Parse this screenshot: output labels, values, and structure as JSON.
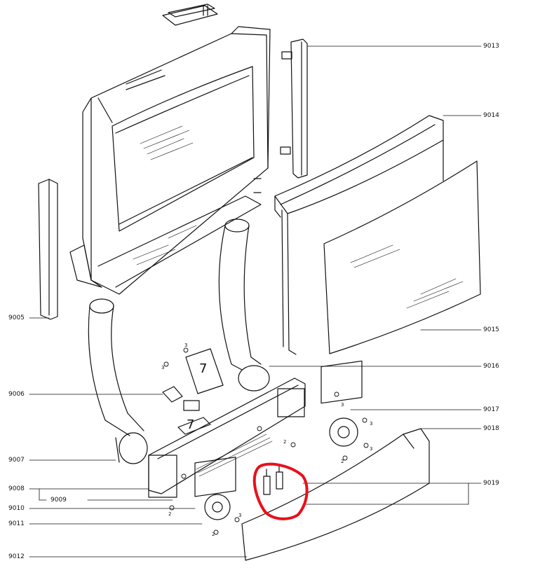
{
  "callouts": {
    "c9005": "9005",
    "c9006": "9006",
    "c9007": "9007",
    "c9008": "9008",
    "c9009": "9009",
    "c9010": "9010",
    "c9011": "9011",
    "c9012": "9012",
    "c9013": "9013",
    "c9014": "9014",
    "c9015": "9015",
    "c9016": "9016",
    "c9017": "9017",
    "c9018": "9018",
    "c9019": "9019"
  },
  "screw_tags": {
    "s3": "3",
    "s2": "2"
  },
  "board_marks": {
    "board_a": "7",
    "board_b": "7"
  },
  "highlight_color": "#e8101a",
  "line_color": "#111111"
}
